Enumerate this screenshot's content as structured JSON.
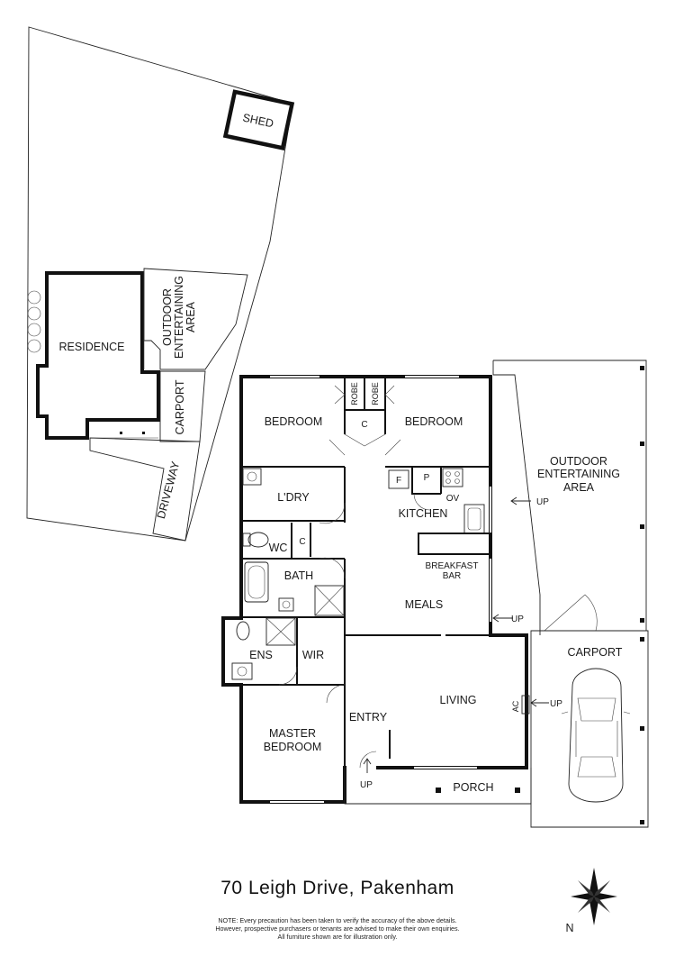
{
  "rooms": {
    "shed": "SHED",
    "residence": "RESIDENCE",
    "outdoor_entertaining_top": [
      "OUTDOOR",
      "ENTERTAINING",
      "AREA"
    ],
    "carport_top": "CARPORT",
    "driveway": "DRIVEWAY",
    "bedroom_left": "BEDROOM",
    "bedroom_right": "BEDROOM",
    "robe": "ROBE",
    "cupboard": "C",
    "laundry": "L'DRY",
    "wc": "WC",
    "bath": "BATH",
    "ensuite": "ENS",
    "wir": "WIR",
    "master_bedroom": [
      "MASTER",
      "BEDROOM"
    ],
    "kitchen": "KITCHEN",
    "fridge": "F",
    "pantry": "P",
    "oven": "OV",
    "breakfast_bar": [
      "BREAKFAST",
      "BAR"
    ],
    "meals": "MEALS",
    "living": "LIVING",
    "entry": "ENTRY",
    "porch": "PORCH",
    "ac": "AC",
    "outdoor_entertaining_right": [
      "OUTDOOR",
      "ENTERTAINING",
      "AREA"
    ],
    "carport_right": "CARPORT"
  },
  "markers": {
    "up": "UP",
    "north": "N"
  },
  "footer": {
    "address": "70 Leigh Drive, Pakenham",
    "note_lines": [
      "NOTE: Every precaution has been taken to verify the accuracy of the above details.",
      "However, prospective purchasers or tenants are advised to make their own enquiries.",
      "All furniture shown are for illustration only."
    ]
  }
}
